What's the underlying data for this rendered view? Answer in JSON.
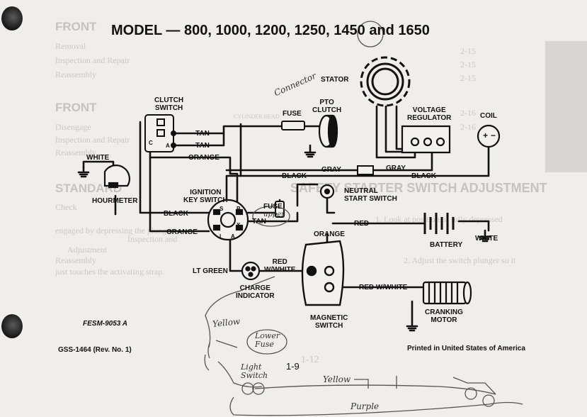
{
  "title": "MODEL — 800, 1000, 1200, 1250, 1450 and 1650",
  "bg_text": {
    "front": "FRONT",
    "removal": "Removal",
    "inspection": "Inspection and Repair",
    "reassembly": "Reassembly",
    "front2": "FRONT",
    "disengage": "Disengage",
    "inspection2": "Inspection and Repair",
    "reassembly2": "Reassembly",
    "standard": "STANDARD",
    "safety": "SAFETY STARTER SWITCH ADJUSTMENT",
    "check": "Check",
    "adjust1": "1.  Look at position of fully depressed",
    "adjust1b": "engaged by depressing the plunger",
    "adjust2": "2.  Adjust the switch plunger so it",
    "adjust2b": "just touches the activating strap.",
    "adjust3": "Adjustment",
    "inspection3": "Inspection and",
    "reassembly3": "Reassembly",
    "pages": [
      "2-15",
      "2-15",
      "2-15",
      "2-16",
      "2-16"
    ],
    "cylinder_head": "CYLINDER HEAD",
    "tab_page": "1-12"
  },
  "labels": {
    "clutch_switch": "CLUTCH\nSWITCH",
    "tan1": "TAN",
    "tan2": "TAN",
    "orange1": "ORANGE",
    "white_left": "WHITE",
    "hourmeter": "HOURMETER",
    "ignition_key_switch": "IGNITION\nKEY SWITCH",
    "black_left": "BLACK",
    "orange2": "ORANGE",
    "lt_green": "LT GREEN",
    "charge_indicator": "CHARGE\nINDICATOR",
    "fuse_top": "FUSE",
    "pto_clutch": "PTO\nCLUTCH",
    "stator": "STATOR",
    "voltage_regulator": "VOLTAGE\nREGULATOR",
    "coil": "COIL",
    "gray1": "GRAY",
    "gray2": "GRAY",
    "black_mid": "BLACK",
    "black_right": "BLACK",
    "neutral_start_switch": "NEUTRAL\nSTART SWITCH",
    "fuse_mid": "FUSE",
    "tan3": "TAN",
    "red_top": "RED",
    "orange3": "ORANGE",
    "battery": "BATTERY",
    "white_right": "WHITE",
    "red_wwhite_1": "RED\nW/WHITE",
    "red_wwhite_2": "RED W/WHITE",
    "magnetic_switch": "MAGNETIC\nSWITCH",
    "cranking_motor": "CRANKING\nMOTOR",
    "key_b": "B",
    "key_x": "X",
    "key_s": "S",
    "key_i": "I",
    "key_a": "A",
    "cs_c": "C",
    "cs_a": "A",
    "coil_plus": "+",
    "coil_minus": "−"
  },
  "footer": {
    "fesm": "FESM-9053 A",
    "gss": "GSS-1464 (Rev. No. 1)",
    "printed": "Printed in United States of America",
    "page": "1-9"
  },
  "handwriting": {
    "connector": "Connector",
    "upper": "upper",
    "yellow1": "Yellow",
    "lower_fuse": "Lower\nFuse",
    "light_switch": "Light\nSwitch",
    "yellow2": "Yellow",
    "purple": "Purple"
  }
}
